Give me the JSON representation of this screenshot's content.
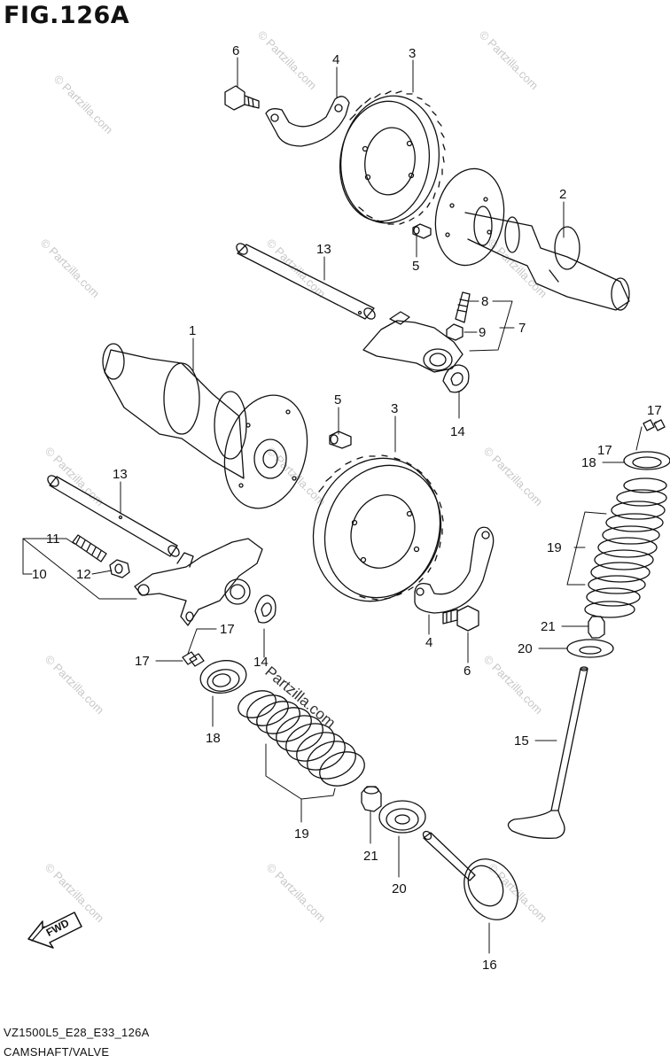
{
  "title": "FIG.126A",
  "footer": {
    "model_code": "VZ1500L5_E28_E33_126A",
    "section_name": "CAMSHAFT/VALVE"
  },
  "watermark": "© Partzilla.com",
  "watermark_center": "Partzilla.com",
  "fwd_label": "FWD",
  "callouts": {
    "c6_top": "6",
    "c4_top": "4",
    "c3_top": "3",
    "c2": "2",
    "c5_top": "5",
    "c13_top": "13",
    "c8": "8",
    "c9": "9",
    "c7": "7",
    "c14_top": "14",
    "c1": "1",
    "c5_mid": "5",
    "c3_mid": "3",
    "c17_right_a": "17",
    "c17_right_b": "17",
    "c18_right": "18",
    "c19_right": "19",
    "c21_right": "21",
    "c20_right": "20",
    "c15": "15",
    "c13_left": "13",
    "c11": "11",
    "c10": "10",
    "c12": "12",
    "c17_left_a": "17",
    "c17_left_b": "17",
    "c14_left": "14",
    "c4_mid": "4",
    "c6_mid": "6",
    "c18_left": "18",
    "c19_left": "19",
    "c21_left": "21",
    "c20_left": "20",
    "c16": "16"
  },
  "colors": {
    "line": "#111111",
    "watermark": "#c8c8c8"
  }
}
